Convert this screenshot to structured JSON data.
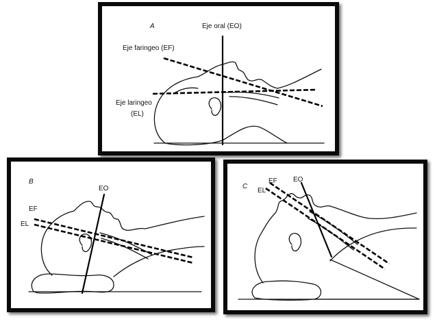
{
  "panel_a": {
    "letter": "A",
    "oral_axis": "Eje oral (EO)",
    "pharyngeal_axis": "Eje faringeo (EF)",
    "laryngeal_axis_line1": "Eje laringeo",
    "laryngeal_axis_line2": "(EL)"
  },
  "panel_b": {
    "letter": "B",
    "oral_axis": "EO",
    "pharyngeal_axis": "EF",
    "laryngeal_axis": "EL"
  },
  "panel_c": {
    "letter": "C",
    "pharyngeal_axis": "EF",
    "oral_axis": "EO",
    "laryngeal_axis": "EL"
  }
}
